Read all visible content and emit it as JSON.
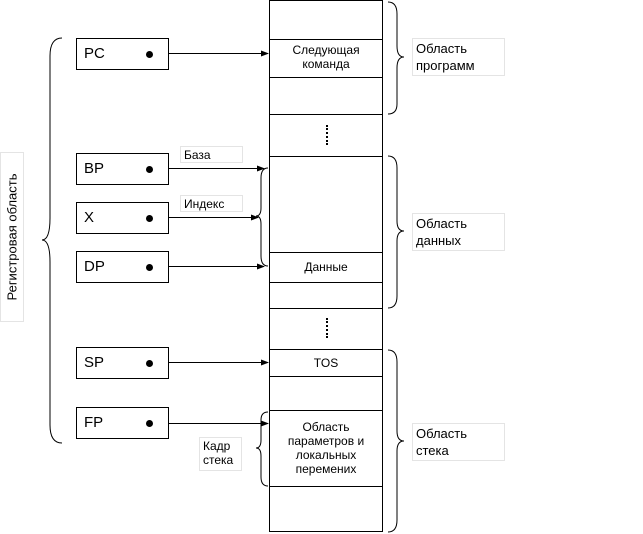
{
  "registers": [
    {
      "id": "pc",
      "label": "PC"
    },
    {
      "id": "bp",
      "label": "BP"
    },
    {
      "id": "x",
      "label": "X"
    },
    {
      "id": "dp",
      "label": "DP"
    },
    {
      "id": "sp",
      "label": "SP"
    },
    {
      "id": "fp",
      "label": "FP"
    }
  ],
  "register_area_label": "Регистровая область",
  "memory": {
    "next_command": "Следующая команда",
    "data": "Данные",
    "tos": "TOS",
    "frame_area": "Область параметров и локальных перемених"
  },
  "pointer_labels": {
    "base": "База",
    "index": "Индекс",
    "frame": "Кадр стека"
  },
  "areas": {
    "programs": "Область программ",
    "data": "Область данных",
    "stack": "Область стека"
  }
}
